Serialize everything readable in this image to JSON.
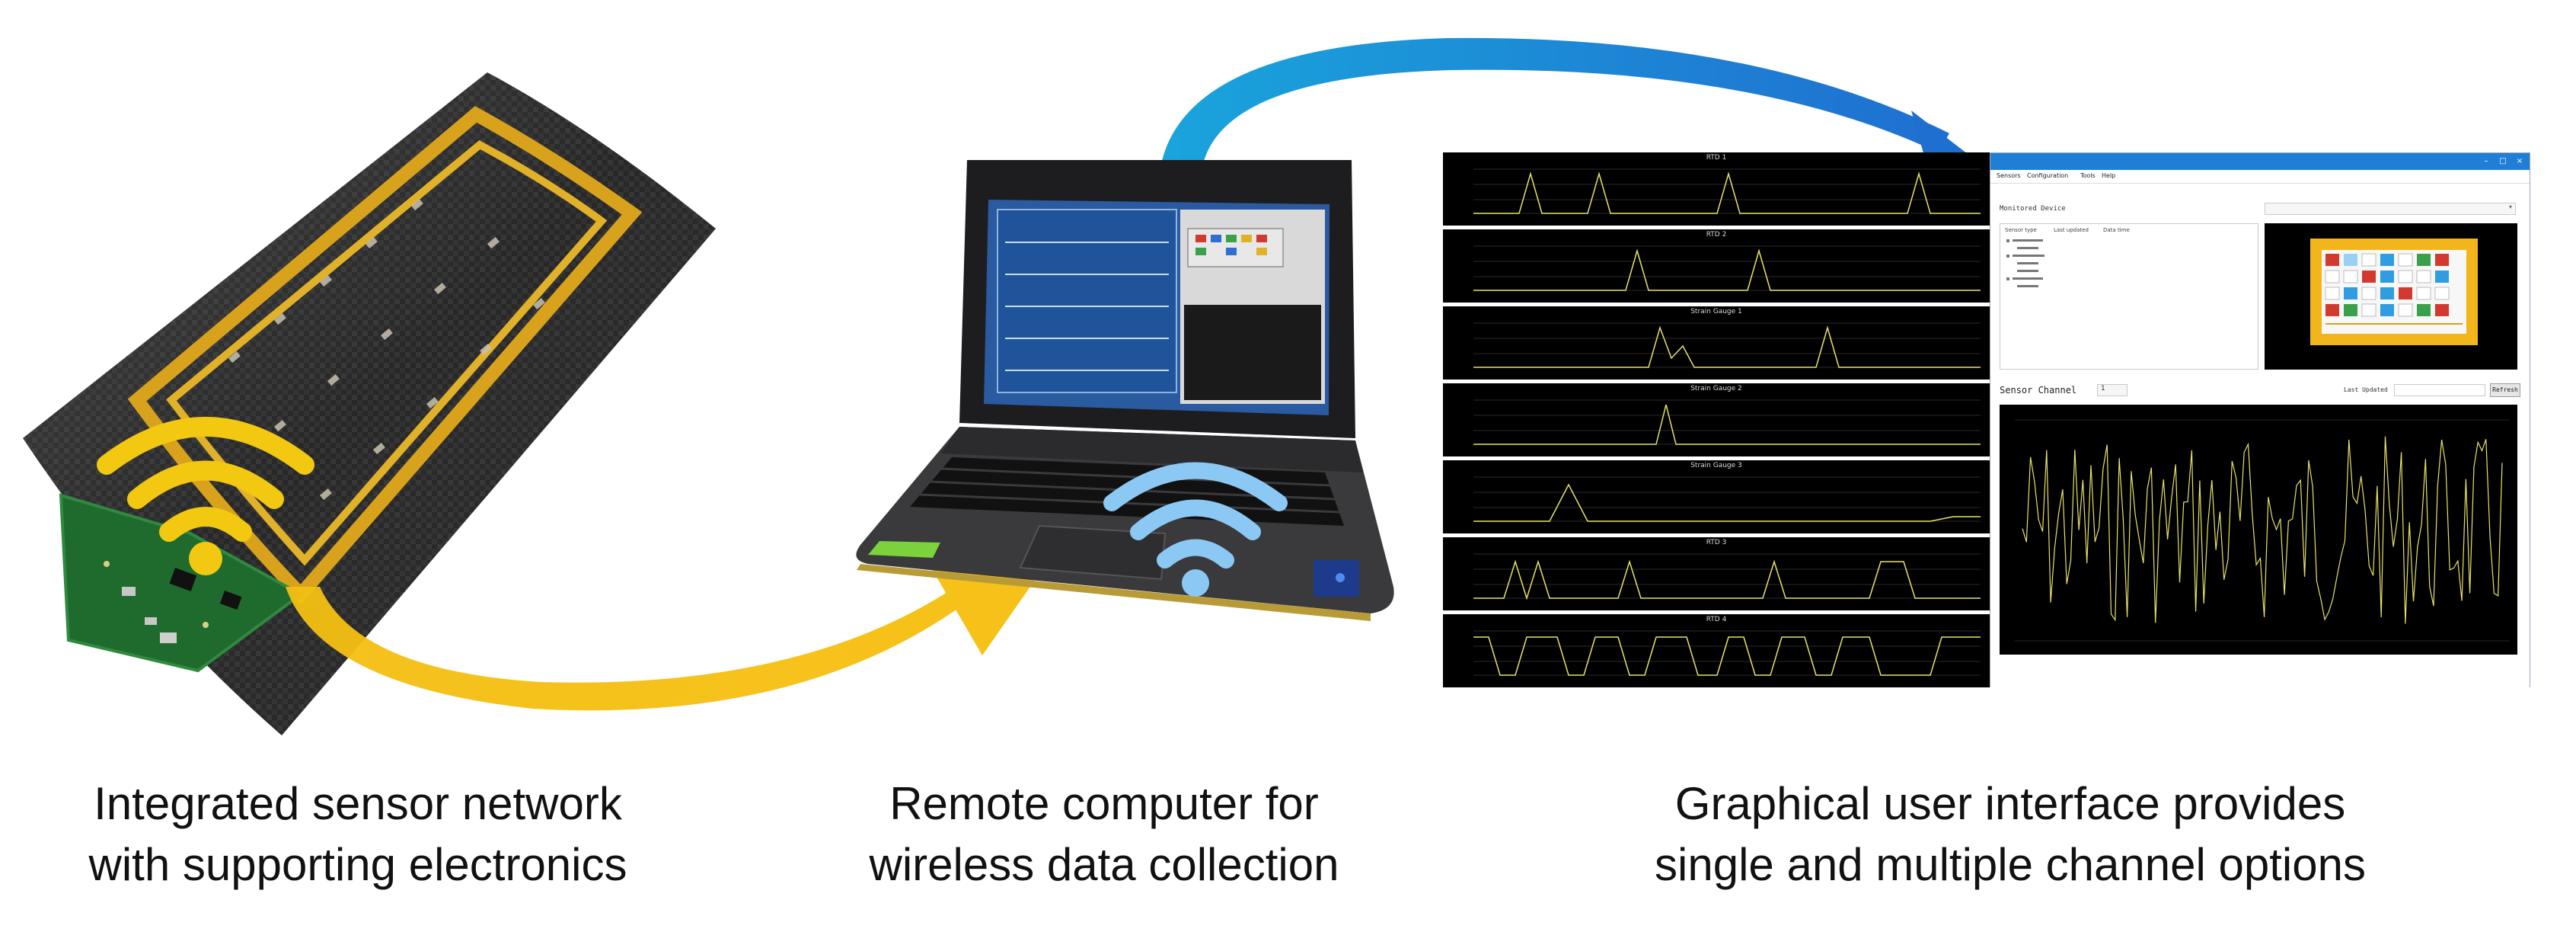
{
  "captions": {
    "sensor": [
      "Integrated sensor network",
      "with supporting electronics"
    ],
    "computer": [
      "Remote computer for",
      "wireless data collection"
    ],
    "gui": [
      "Graphical user interface provides",
      "single and multiple channel options"
    ]
  },
  "colors": {
    "wireless_sensor": "#f2c811",
    "wireless_computer": "#8cc8f4",
    "arrow_yellow": "#f4bf12",
    "arrow_blue": "#1f8fd6",
    "plot_line": "#e8e26a",
    "window_titlebar": "#1f7fd6"
  },
  "multi_channel": {
    "panels": [
      {
        "title": "RTD 1"
      },
      {
        "title": "RTD 2"
      },
      {
        "title": "Strain Gauge 1"
      },
      {
        "title": "Strain Gauge 2"
      },
      {
        "title": "Strain Gauge 3"
      },
      {
        "title": "RTD 3"
      },
      {
        "title": "RTD 4"
      }
    ]
  },
  "gui": {
    "menu": [
      "Sensors",
      "Configuration",
      "Tools",
      "Help"
    ],
    "monitored_device_label": "Monitored Device",
    "tree_columns": [
      "Sensor type",
      "Last updated",
      "Data time"
    ],
    "single_channel_label": "Sensor Channel",
    "channel_value": "1",
    "last_updated_label": "Last Updated",
    "refresh_label": "Refresh"
  }
}
